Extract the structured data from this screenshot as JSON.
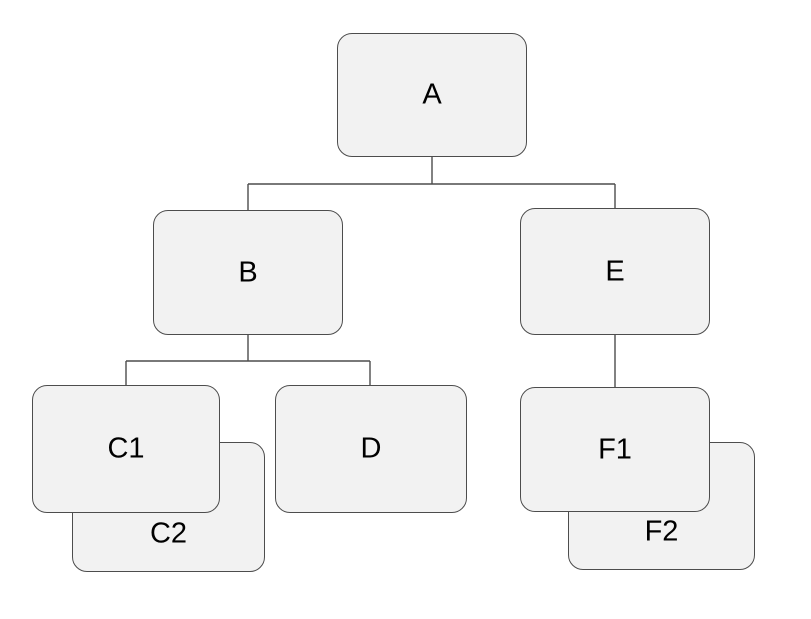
{
  "diagram": {
    "type": "tree",
    "background_color": "#ffffff",
    "node_fill_color": "#f2f2f2",
    "node_border_color": "#4d4d4d",
    "connector_color": "#4d4d4d",
    "text_color": "#000000",
    "nodes": {
      "a": {
        "label": "A"
      },
      "b": {
        "label": "B"
      },
      "c1": {
        "label": "C1"
      },
      "c2": {
        "label": "C2"
      },
      "d": {
        "label": "D"
      },
      "e": {
        "label": "E"
      },
      "f1": {
        "label": "F1"
      },
      "f2": {
        "label": "F2"
      }
    },
    "edges": [
      {
        "from": "A",
        "to": "B"
      },
      {
        "from": "A",
        "to": "E"
      },
      {
        "from": "B",
        "to": "C1"
      },
      {
        "from": "B",
        "to": "D"
      },
      {
        "from": "E",
        "to": "F1"
      }
    ],
    "stacks": [
      {
        "front": "C1",
        "back": "C2"
      },
      {
        "front": "F1",
        "back": "F2"
      }
    ]
  }
}
